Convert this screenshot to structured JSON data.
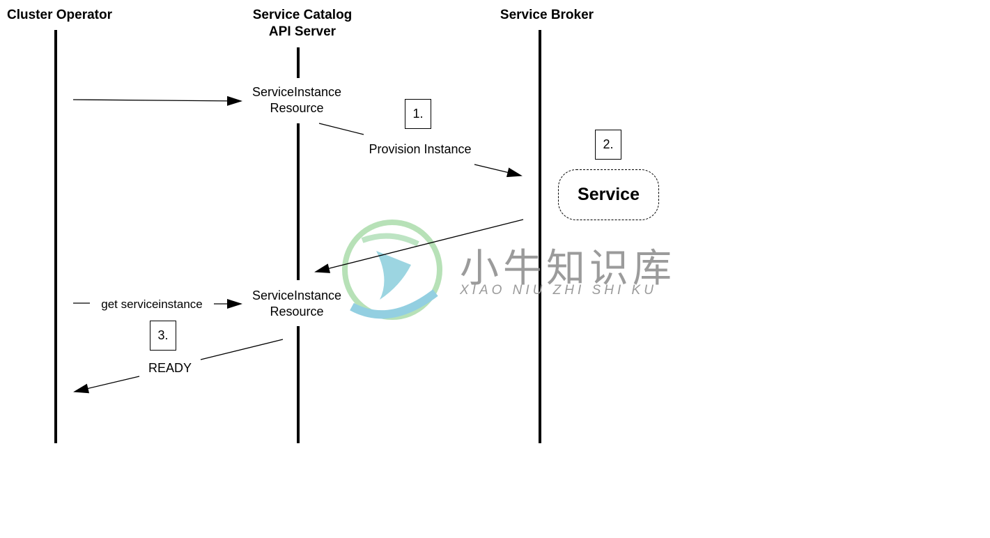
{
  "lifelines": {
    "cluster_operator": "Cluster Operator",
    "api_server_line1": "Service Catalog",
    "api_server_line2": "API Server",
    "service_broker": "Service Broker"
  },
  "messages": {
    "resource1_line1": "ServiceInstance",
    "resource1_line2": "Resource",
    "provision": "Provision Instance",
    "resource2_line1": "ServiceInstance",
    "resource2_line2": "Resource",
    "get": "get serviceinstance",
    "ready": "READY"
  },
  "steps": [
    "1.",
    "2.",
    "3."
  ],
  "service_label": "Service",
  "watermark": {
    "title": "小牛知识库",
    "subtitle": "XIAO NIU ZHI SHI KU"
  }
}
